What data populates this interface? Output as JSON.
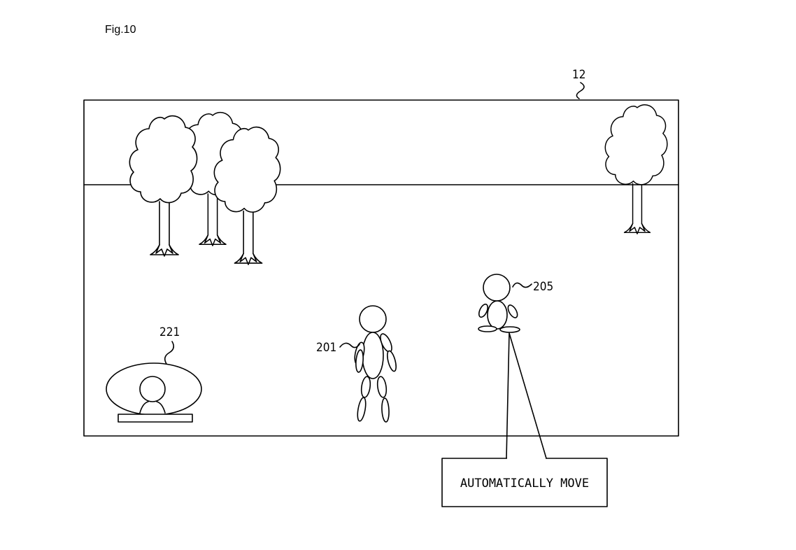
{
  "figure": {
    "label": "Fig.10"
  },
  "labels": {
    "screen": "12",
    "player": "201",
    "companion": "205",
    "vehicle": "221"
  },
  "callout": {
    "text": "AUTOMATICALLY MOVE"
  }
}
